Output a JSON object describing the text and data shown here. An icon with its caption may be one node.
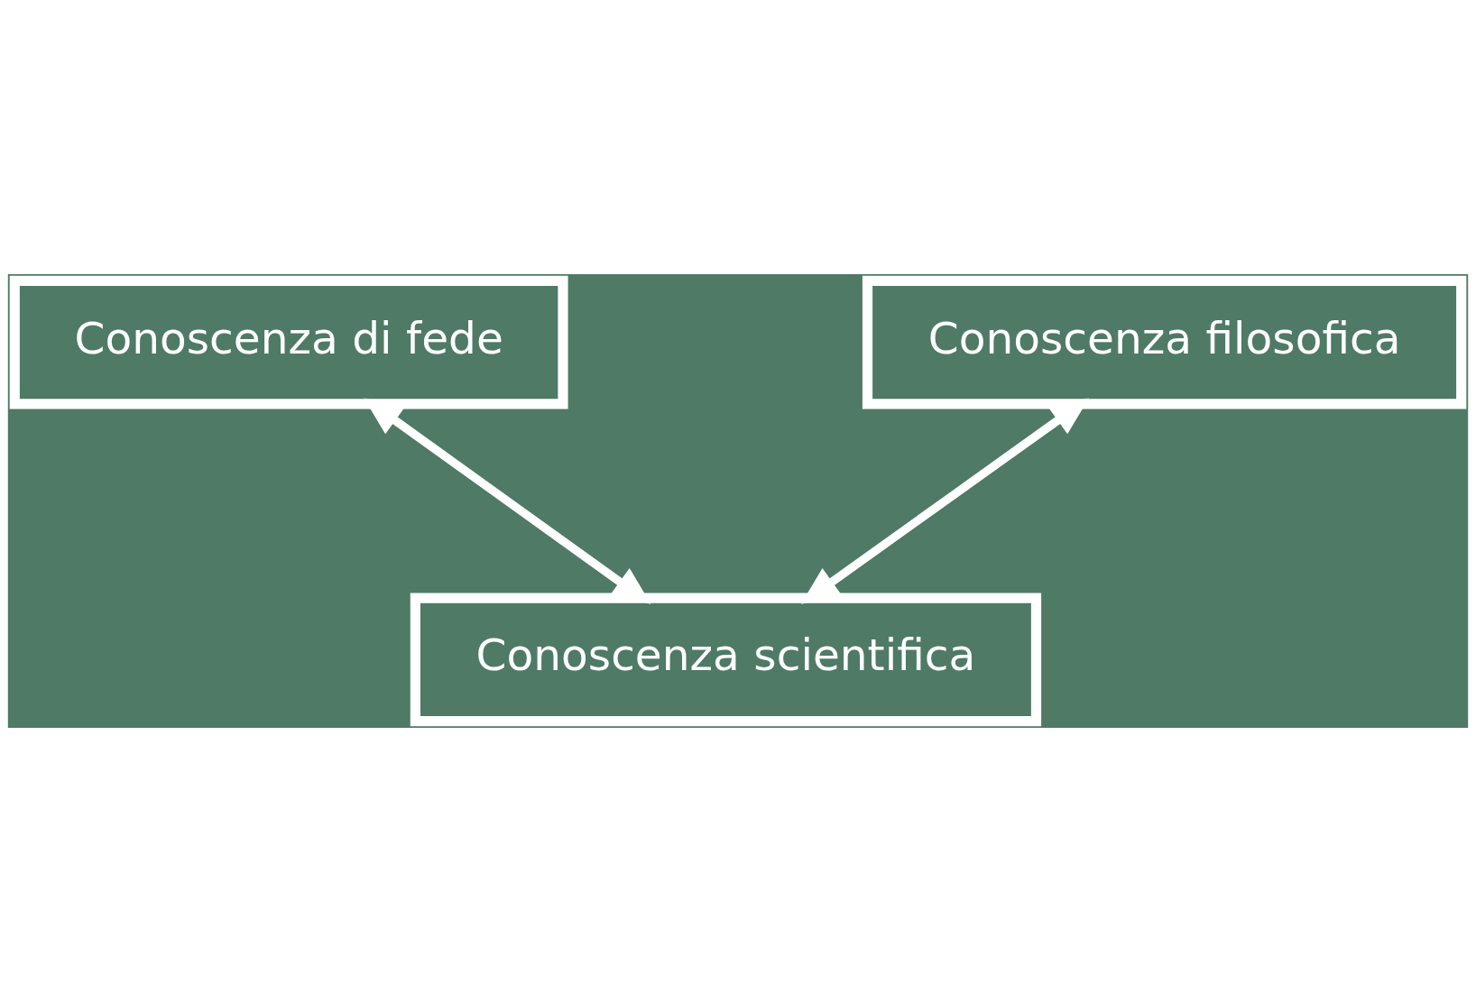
{
  "diagram": {
    "nodes": [
      {
        "text": [
          "Conoscenza di fede"
        ]
      },
      {
        "text": [
          "Conoscenza filosofica"
        ]
      },
      {
        "text": [
          "Conoscenza scientifica"
        ]
      }
    ],
    "edges": [
      {
        "from": 0,
        "to": 2,
        "arrow": "both"
      },
      {
        "from": 1,
        "to": 2,
        "arrow": "both"
      }
    ]
  }
}
